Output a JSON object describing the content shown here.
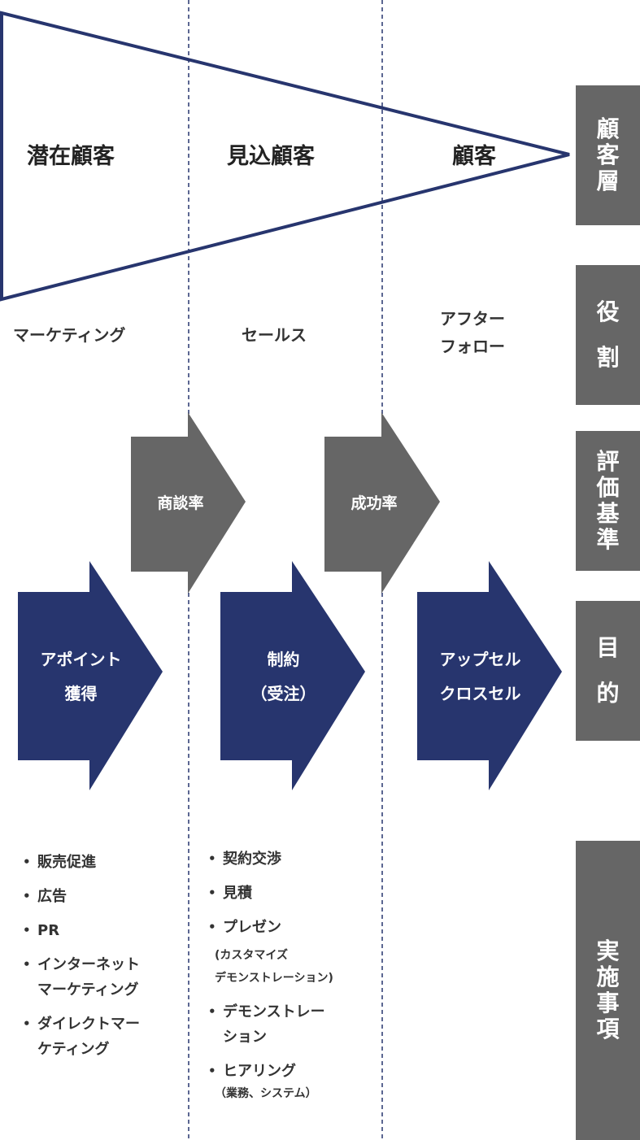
{
  "colors": {
    "navy": "#27356e",
    "gray": "#666666",
    "divider": "#27356e"
  },
  "funnel": {
    "stages": [
      "潜在顧客",
      "見込顧客",
      "顧客"
    ]
  },
  "side_labels": {
    "customer_layer": [
      "顧",
      "客",
      "層"
    ],
    "role": [
      "役",
      "割"
    ],
    "criteria": [
      "評",
      "価",
      "基",
      "準"
    ],
    "purpose": [
      "目",
      "的"
    ],
    "actions": [
      "実",
      "施",
      "事",
      "項"
    ]
  },
  "roles": {
    "marketing": "マーケティング",
    "sales": "セールス",
    "after_follow": [
      "アフター",
      "フォロー"
    ]
  },
  "criteria": {
    "meeting_rate": "商談率",
    "success_rate": "成功率"
  },
  "purposes": {
    "appointment": [
      "アポイント",
      "獲得"
    ],
    "contract": [
      "制約",
      "（受注）"
    ],
    "upsell": [
      "アップセル",
      "クロスセル"
    ]
  },
  "actions": {
    "marketing": {
      "items": [
        "販売促進",
        "広告",
        "PR",
        "インターネット",
        "マーケティング",
        "ダイレクトマー",
        "ケティング"
      ]
    },
    "sales": {
      "items": [
        "契約交渉",
        "見積",
        "プレゼン",
        "デモンストレー",
        "ション",
        "ヒアリング"
      ],
      "notes": [
        "(カスタマイズ",
        "デモンストレーション)",
        "（業務、システム）"
      ]
    }
  }
}
